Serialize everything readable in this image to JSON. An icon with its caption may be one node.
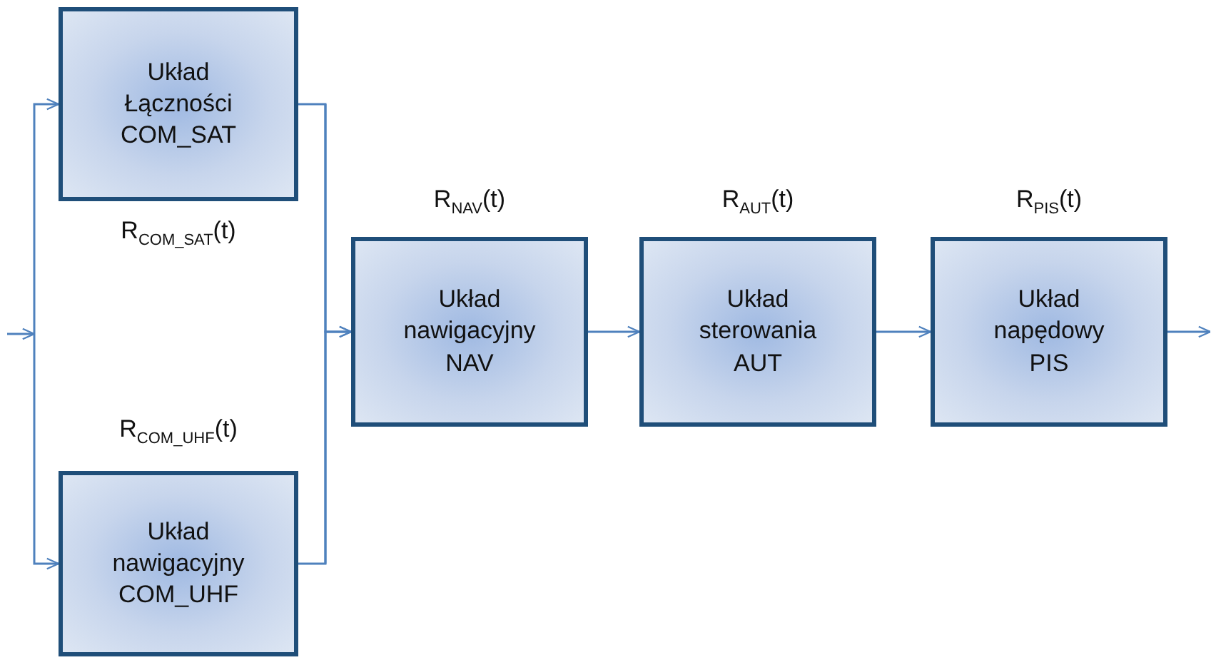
{
  "diagram": {
    "nodes": [
      {
        "text": [
          "Układ Łączności COM_SAT"
        ],
        "beside": [
          "R$_{COM_SAT}$(t)"
        ]
      },
      {
        "text": [
          "Układ nawigacyjny COM_UHF"
        ],
        "beside": [
          "R$_{COM_UHF}$(t)"
        ]
      },
      {
        "text": [
          "Układ nawigacyjny NAV"
        ],
        "beside": [
          "R$_{NAV}$(t)"
        ]
      },
      {
        "text": [
          "Układ sterowania AUT"
        ],
        "beside": [
          "R$_{AUT}$(t)"
        ]
      },
      {
        "text": [
          "Układ napędowy PIS"
        ],
        "beside": [
          "R$_{PIS}$(t)"
        ]
      }
    ],
    "edges": [
      {
        "from": null,
        "to": 0,
        "arrow": "to"
      },
      {
        "from": null,
        "to": 1,
        "arrow": "to"
      },
      {
        "from": 0,
        "to": 2,
        "arrow": "to"
      },
      {
        "from": 1,
        "to": 2,
        "arrow": "to"
      },
      {
        "from": 2,
        "to": 3,
        "arrow": "to"
      },
      {
        "from": 3,
        "to": 4,
        "arrow": "to"
      },
      {
        "from": 4,
        "to": null,
        "arrow": "to"
      }
    ]
  }
}
